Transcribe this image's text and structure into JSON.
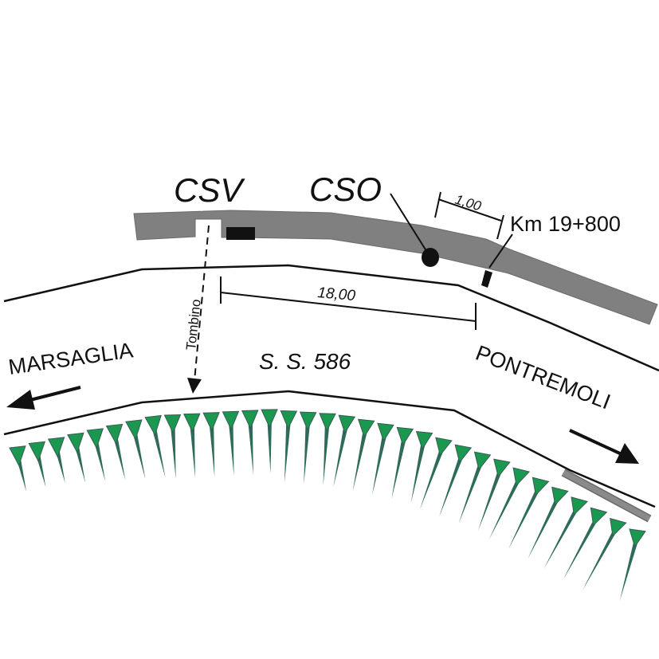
{
  "labels": {
    "csv": "CSV",
    "cso": "CSO",
    "dim_small": "1,00",
    "km": "Km 19+800",
    "dim_large": "18,00",
    "tombino": "Tombino",
    "left_destination": "MARSAGLIA",
    "road_name": "S. S. 586",
    "right_destination": "PONTREMOLI"
  },
  "colors": {
    "wall": "#808080",
    "wall_edge": "#6a6a6a",
    "ink": "#111111",
    "vegetation": "#1a9850",
    "vegetation_stem": "#2e6b5a"
  }
}
